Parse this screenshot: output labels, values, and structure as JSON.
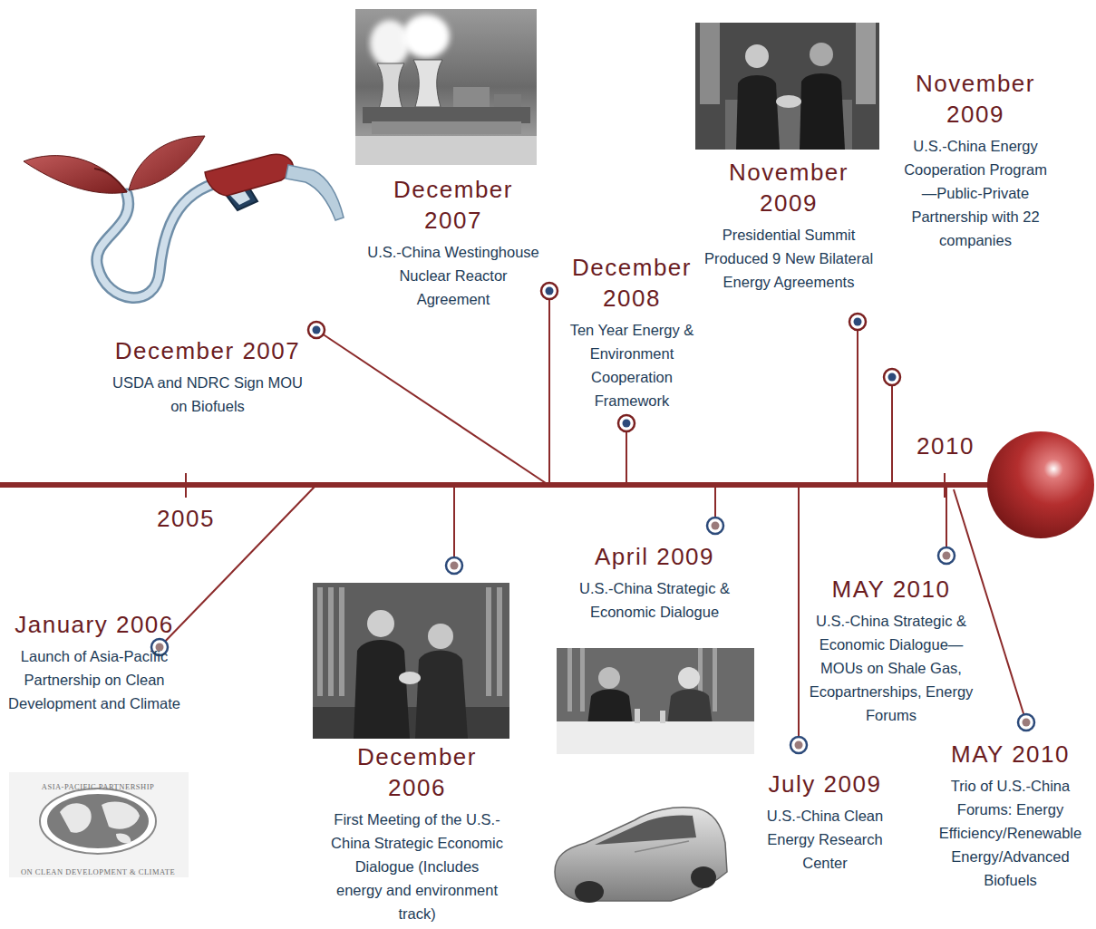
{
  "diagram": {
    "nodes": [
      {
        "text": [
          "December 2007",
          "USDA and NDRC Sign MOU on Biofuels"
        ]
      },
      {
        "text": [
          "December 2007",
          "U.S.-China Westinghouse Nuclear Reactor Agreement"
        ]
      },
      {
        "text": [
          "December 2008",
          "Ten Year Energy & Environment Cooperation Framework"
        ]
      },
      {
        "text": [
          "November 2009",
          "Presidential Summit Produced 9 New Bilateral Energy Agreements"
        ]
      },
      {
        "text": [
          "November 2009",
          "U.S.-China Energy Cooperation Program—Public-Private Partnership with 22 companies"
        ]
      },
      {
        "text": [
          "January 2006",
          "Launch of Asia-Pacific Partnership on Clean Development and Climate"
        ]
      },
      {
        "text": [
          "December 2006",
          "First Meeting of the U.S.-China Strategic Economic Dialogue (Includes energy and environment track)"
        ]
      },
      {
        "text": [
          "April 2009",
          "U.S.-China Strategic & Economic Dialogue"
        ]
      },
      {
        "text": [
          "July 2009",
          "U.S.-China Clean Energy Research Center"
        ]
      },
      {
        "text": [
          "MAY 2010",
          "U.S.-China Strategic & Economic Dialogue—MOUs on Shale Gas, Ecopartnerships, Energy Forums"
        ]
      },
      {
        "text": [
          "MAY 2010",
          "Trio of U.S.-China Forums: Energy Efficiency/Renewable Energy/Advanced Biofuels"
        ]
      }
    ],
    "labels": [
      "2005",
      "2010",
      "ASIA-PACIFIC PARTNERSHIP",
      "ON CLEAN DEVELOPMENT & CLIMATE"
    ]
  }
}
